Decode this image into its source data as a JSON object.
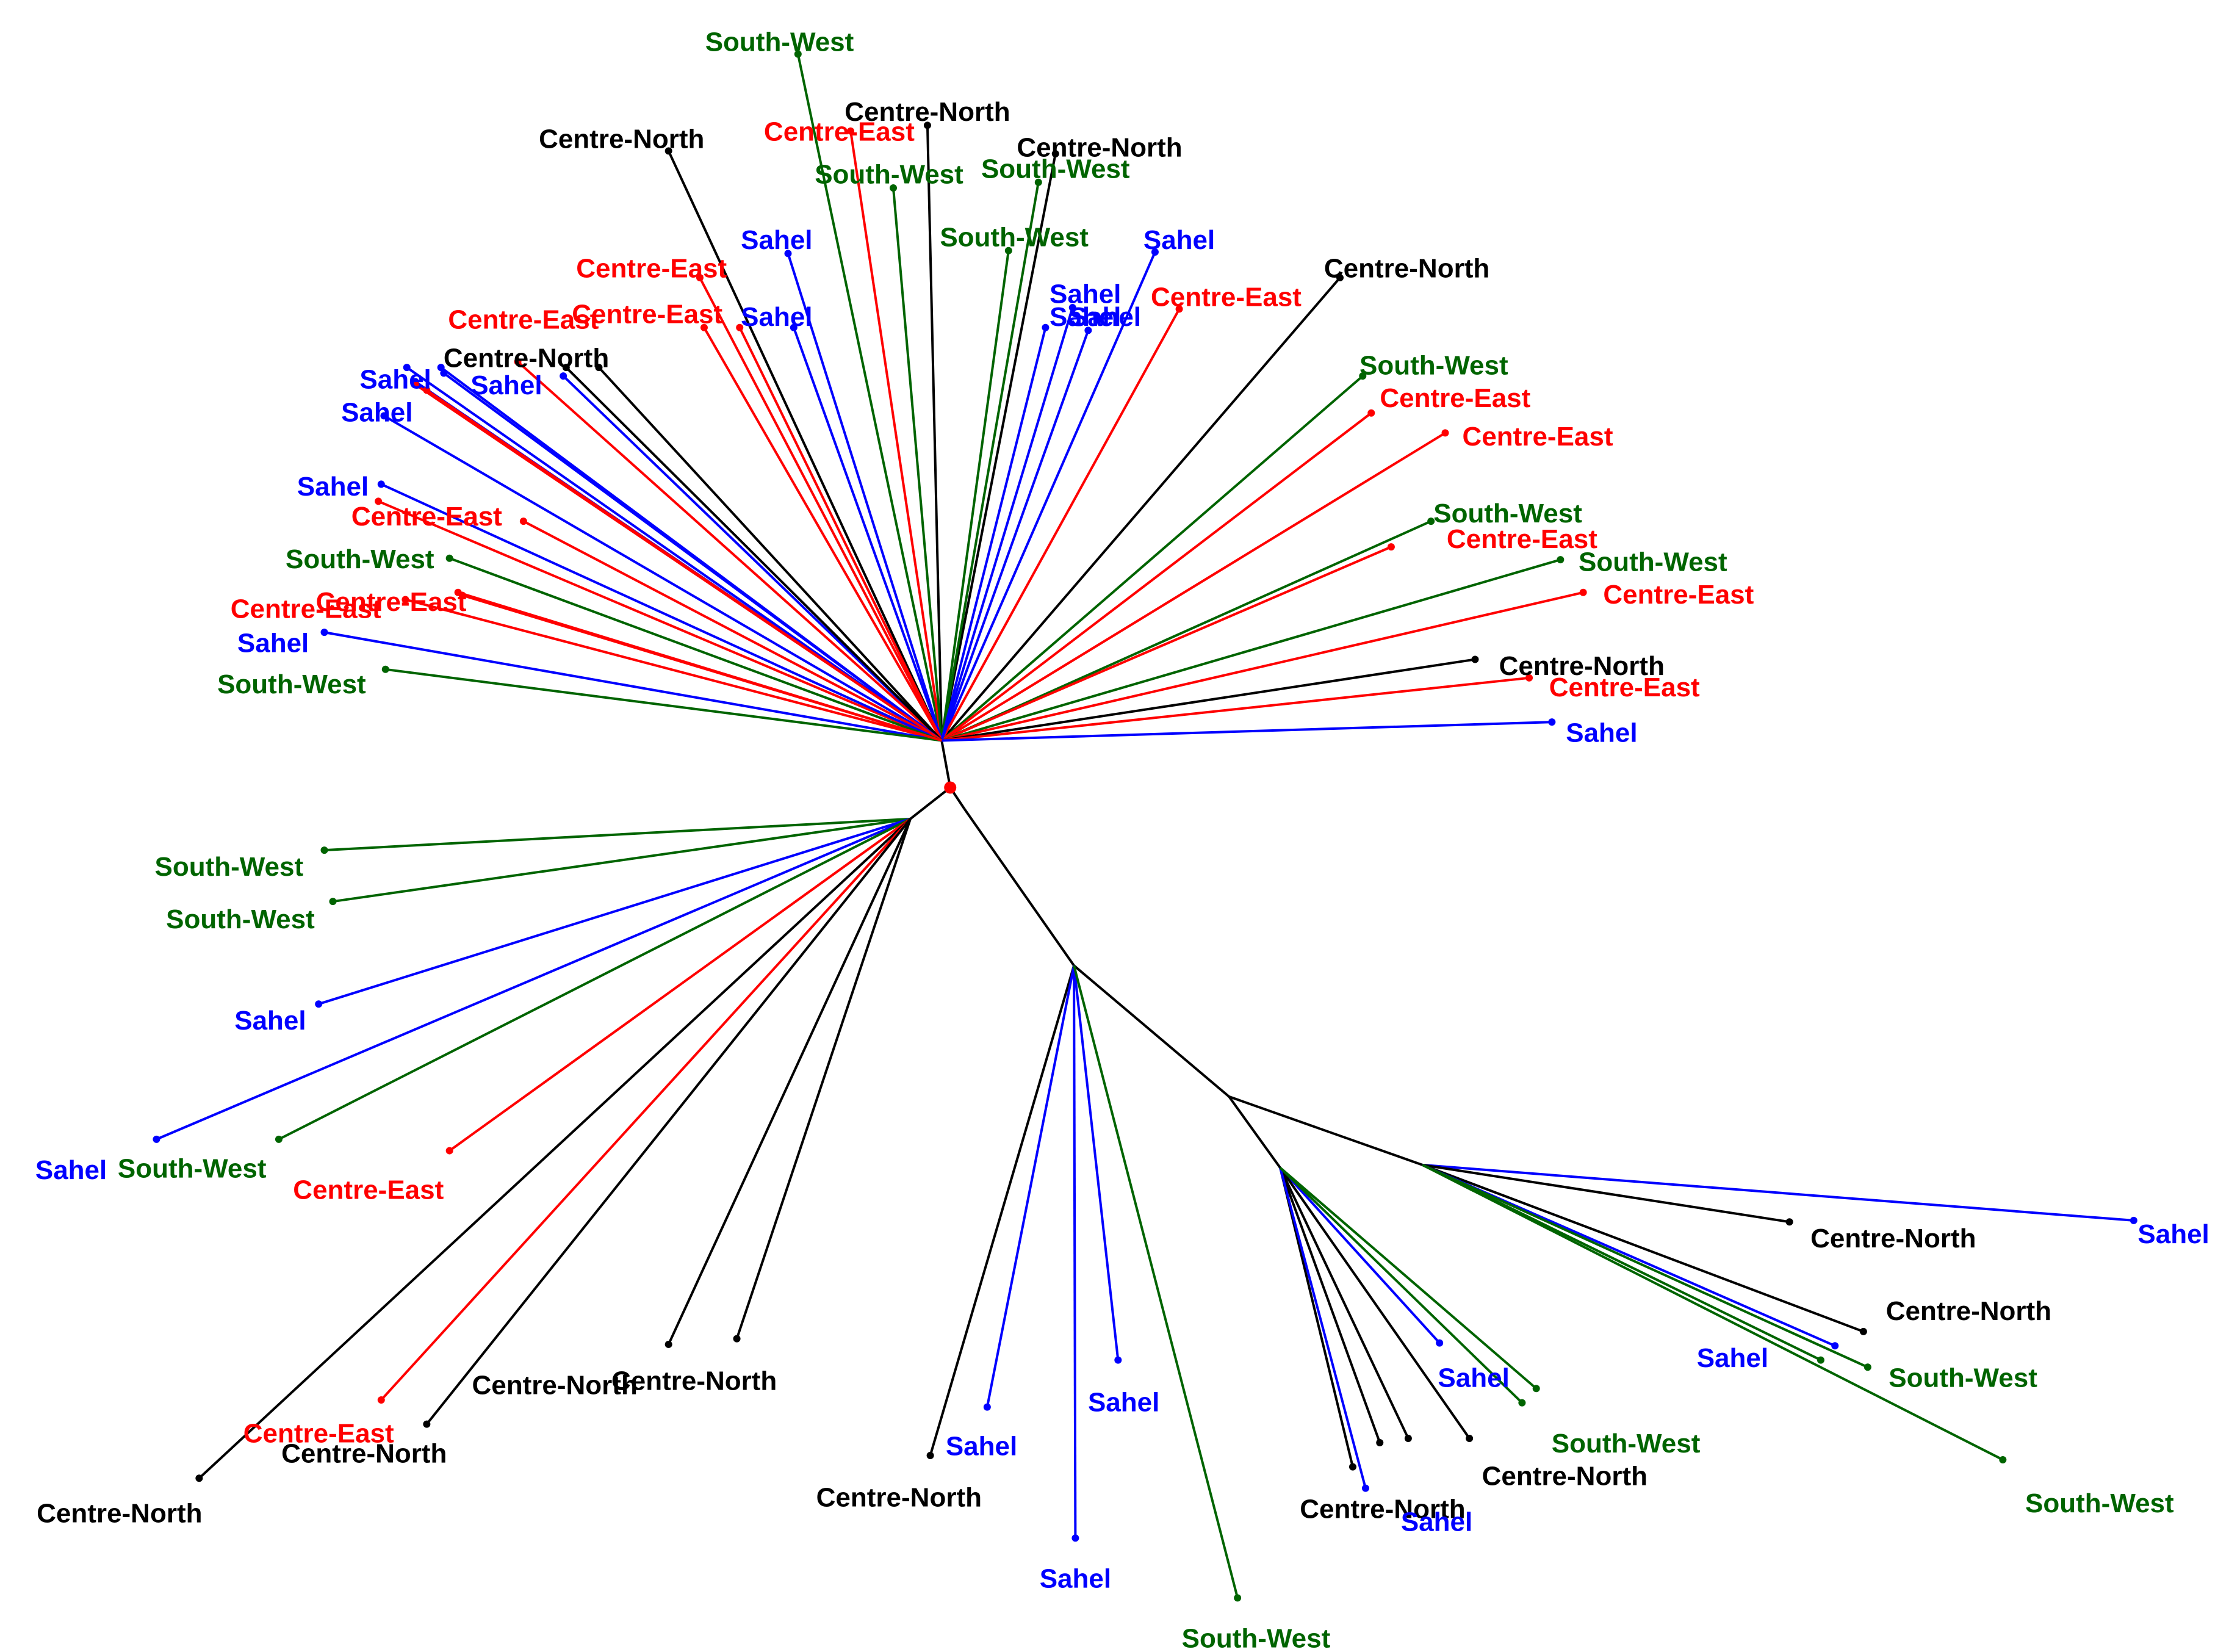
{
  "colors": {
    "Centre-North": "#000000",
    "Centre-East": "#ff0000",
    "South-West": "#006400",
    "Sahel": "#0000ff"
  },
  "root_color": "#ff0000",
  "tree": {
    "leaves": [
      {
        "label": "South-West",
        "group": "South-West"
      },
      {
        "label": "Centre-North",
        "group": "Centre-North"
      },
      {
        "label": "Centre-North",
        "group": "Centre-North"
      },
      {
        "label": "Centre-East",
        "group": "Centre-East"
      },
      {
        "label": "South-West",
        "group": "South-West"
      },
      {
        "label": "Centre-North",
        "group": "Centre-North"
      },
      {
        "label": "South-West",
        "group": "South-West"
      },
      {
        "label": "South-West",
        "group": "South-West"
      },
      {
        "label": "Sahel",
        "group": "Sahel"
      },
      {
        "label": "Sahel",
        "group": "Sahel"
      },
      {
        "label": "Sahel",
        "group": "Sahel"
      },
      {
        "label": "Centre-North",
        "group": "Centre-North"
      },
      {
        "label": "Centre-East",
        "group": "Centre-East"
      },
      {
        "label": "Sahel",
        "group": "Sahel"
      },
      {
        "label": "Centre-East",
        "group": "Centre-East"
      },
      {
        "label": "Centre-East",
        "group": "Centre-East"
      },
      {
        "label": "Centre-East",
        "group": "Centre-East"
      },
      {
        "label": "South-West",
        "group": "South-West"
      },
      {
        "label": "Centre-East",
        "group": "Centre-East"
      },
      {
        "label": "Centre-East",
        "group": "Centre-East"
      },
      {
        "label": "South-West",
        "group": "South-West"
      },
      {
        "label": "Centre-East",
        "group": "Centre-East"
      },
      {
        "label": "South-West",
        "group": "South-West"
      },
      {
        "label": "Centre-East",
        "group": "Centre-East"
      },
      {
        "label": "Centre-North",
        "group": "Centre-North"
      },
      {
        "label": "Centre-East",
        "group": "Centre-East"
      },
      {
        "label": "Sahel",
        "group": "Sahel"
      },
      {
        "label": "Sahel",
        "group": "Sahel"
      },
      {
        "label": "Sahel",
        "group": "Sahel"
      },
      {
        "label": "Sahel",
        "group": "Sahel"
      },
      {
        "label": "Centre-East",
        "group": "Centre-East"
      },
      {
        "label": "Centre-East",
        "group": "Centre-East"
      },
      {
        "label": "Centre-North",
        "group": "Centre-North"
      },
      {
        "label": "Sahel",
        "group": "Sahel"
      },
      {
        "label": "Centre-East",
        "group": "Centre-East"
      },
      {
        "label": "Centre-East",
        "group": "Centre-East"
      },
      {
        "label": "Sahel",
        "group": "Sahel"
      },
      {
        "label": "Centre-East",
        "group": "Centre-East"
      },
      {
        "label": "Sahel",
        "group": "Sahel"
      },
      {
        "label": "Sahel",
        "group": "Sahel"
      },
      {
        "label": "Centre-North",
        "group": "Centre-North"
      },
      {
        "label": "Sahel",
        "group": "Sahel"
      },
      {
        "label": "Sahel",
        "group": "Sahel"
      },
      {
        "label": "Sahel",
        "group": "Sahel"
      },
      {
        "label": "Centre-East",
        "group": "Centre-East"
      },
      {
        "label": "Centre-East",
        "group": "Centre-East"
      },
      {
        "label": "South-West",
        "group": "South-West"
      },
      {
        "label": "South-West",
        "group": "South-West"
      },
      {
        "label": "Centre-East",
        "group": "Centre-East"
      },
      {
        "label": "Sahel",
        "group": "Sahel"
      },
      {
        "label": "South-West",
        "group": "South-West"
      },
      {
        "label": "South-West",
        "group": "South-West"
      },
      {
        "label": "Sahel",
        "group": "Sahel"
      },
      {
        "label": "Sahel",
        "group": "Sahel"
      },
      {
        "label": "South-West",
        "group": "South-West"
      },
      {
        "label": "Centre-East",
        "group": "Centre-East"
      },
      {
        "label": "Centre-North",
        "group": "Centre-North"
      },
      {
        "label": "Centre-East",
        "group": "Centre-East"
      },
      {
        "label": "Centre-North",
        "group": "Centre-North"
      },
      {
        "label": "Centre-North",
        "group": "Centre-North"
      },
      {
        "label": "Centre-North",
        "group": "Centre-North"
      },
      {
        "label": "Centre-North",
        "group": "Centre-North"
      },
      {
        "label": "Centre-North",
        "group": "Centre-North"
      },
      {
        "label": "Sahel",
        "group": "Sahel"
      },
      {
        "label": "Sahel",
        "group": "Sahel"
      },
      {
        "label": "Sahel",
        "group": "Sahel"
      },
      {
        "label": "Sahel",
        "group": "Sahel"
      },
      {
        "label": "South-West",
        "group": "South-West"
      },
      {
        "label": "Centre-North",
        "group": "Centre-North"
      },
      {
        "label": "Centre-North",
        "group": "Centre-North"
      },
      {
        "label": "Centre-North",
        "group": "Centre-North"
      },
      {
        "label": "Centre-North",
        "group": "Centre-North"
      },
      {
        "label": "Sahel",
        "group": "Sahel"
      },
      {
        "label": "South-West",
        "group": "South-West"
      },
      {
        "label": "Centre-North",
        "group": "Centre-North"
      },
      {
        "label": "Sahel",
        "group": "Sahel"
      },
      {
        "label": "South-West",
        "group": "South-West"
      },
      {
        "label": "South-West",
        "group": "South-West"
      },
      {
        "label": "South-West",
        "group": "South-West"
      },
      {
        "label": "South-West",
        "group": "South-West"
      }
    ]
  }
}
